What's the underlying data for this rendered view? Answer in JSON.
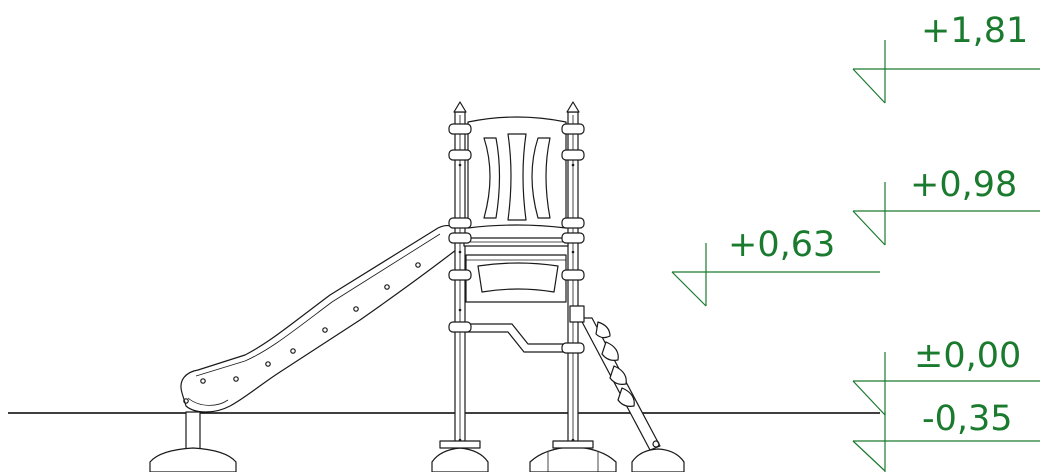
{
  "drawing": {
    "subject": "playground-slide-tower-side-elevation",
    "line_color": "#1a1a1a",
    "ground_line_color": "#000000"
  },
  "levels": {
    "color": "#1a7a2e",
    "marks": [
      {
        "id": "level-plus-1-81",
        "label": "+1,81"
      },
      {
        "id": "level-plus-0-98",
        "label": "+0,98"
      },
      {
        "id": "level-plus-0-63",
        "label": "+0,63"
      },
      {
        "id": "level-plus-minus-0-00",
        "label": "±0,00"
      },
      {
        "id": "level-minus-0-35",
        "label": "-0,35"
      }
    ]
  }
}
